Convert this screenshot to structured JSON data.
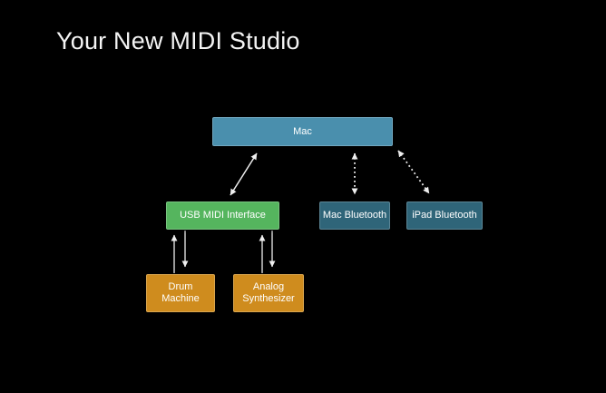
{
  "title": "Your New MIDI Studio",
  "colors": {
    "background": "#000000",
    "title_text": "#f4f4f4",
    "node_text": "#ffffff",
    "arrow": "#efefef",
    "mac_fill": "#4a8fad",
    "usb_interface_fill": "#55b55e",
    "bluetooth_fill": "#2f6579",
    "device_fill": "#cf8c1e"
  },
  "nodes": {
    "mac": {
      "label": "Mac",
      "fill": "#4a8fad"
    },
    "usb_midi_interface": {
      "label": "USB MIDI Interface",
      "fill": "#55b55e"
    },
    "mac_bluetooth": {
      "label": "Mac Bluetooth",
      "fill": "#2f6579"
    },
    "ipad_bluetooth": {
      "label": "iPad Bluetooth",
      "fill": "#2f6579"
    },
    "drum_machine": {
      "label": "Drum\nMachine",
      "fill": "#cf8c1e"
    },
    "analog_synthesizer": {
      "label": "Analog\nSynthesizer",
      "fill": "#cf8c1e"
    }
  },
  "edges": [
    {
      "from": "Mac",
      "to": "USB MIDI Interface",
      "style": "solid",
      "direction": "bidirectional"
    },
    {
      "from": "Mac",
      "to": "Mac Bluetooth",
      "style": "dashed",
      "direction": "bidirectional"
    },
    {
      "from": "Mac",
      "to": "iPad Bluetooth",
      "style": "dashed",
      "direction": "bidirectional"
    },
    {
      "from": "Drum Machine",
      "to": "USB MIDI Interface",
      "style": "solid",
      "direction": "one-way"
    },
    {
      "from": "USB MIDI Interface",
      "to": "Drum Machine",
      "style": "solid",
      "direction": "one-way"
    },
    {
      "from": "Analog Synthesizer",
      "to": "USB MIDI Interface",
      "style": "solid",
      "direction": "one-way"
    },
    {
      "from": "USB MIDI Interface",
      "to": "Analog Synthesizer",
      "style": "solid",
      "direction": "one-way"
    }
  ]
}
